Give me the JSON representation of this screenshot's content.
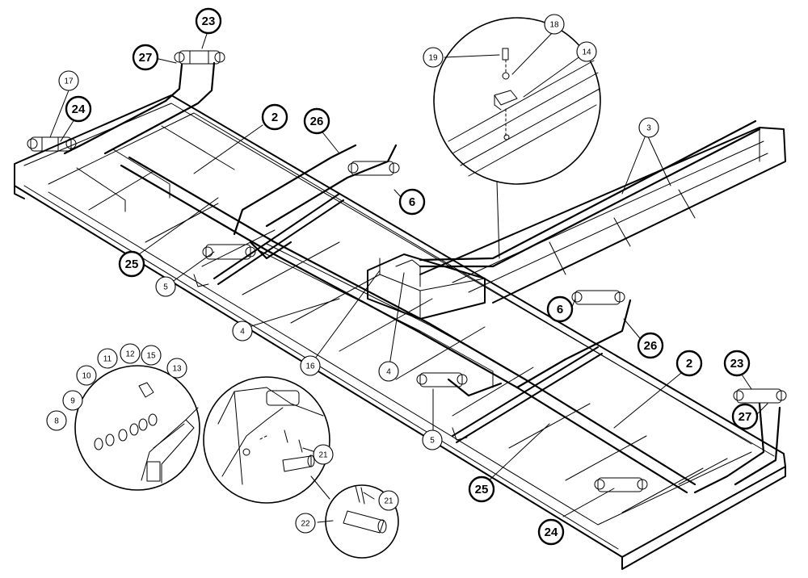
{
  "diagram": {
    "callouts": [
      {
        "id": "c23a",
        "label": "23",
        "bold": true
      },
      {
        "id": "c27a",
        "label": "27",
        "bold": true
      },
      {
        "id": "c17",
        "label": "17",
        "bold": false
      },
      {
        "id": "c24a",
        "label": "24",
        "bold": true
      },
      {
        "id": "c2a",
        "label": "2",
        "bold": true
      },
      {
        "id": "c26a",
        "label": "26",
        "bold": true
      },
      {
        "id": "c6a",
        "label": "6",
        "bold": true
      },
      {
        "id": "c25a",
        "label": "25",
        "bold": true
      },
      {
        "id": "c5a",
        "label": "5",
        "bold": false
      },
      {
        "id": "c4a",
        "label": "4",
        "bold": false
      },
      {
        "id": "c16",
        "label": "16",
        "bold": false
      },
      {
        "id": "c4b",
        "label": "4",
        "bold": false
      },
      {
        "id": "c5b",
        "label": "5",
        "bold": false
      },
      {
        "id": "c3",
        "label": "3",
        "bold": false
      },
      {
        "id": "c6b",
        "label": "6",
        "bold": true
      },
      {
        "id": "c26b",
        "label": "26",
        "bold": true
      },
      {
        "id": "c2b",
        "label": "2",
        "bold": true
      },
      {
        "id": "c23b",
        "label": "23",
        "bold": true
      },
      {
        "id": "c27b",
        "label": "27",
        "bold": true
      },
      {
        "id": "c25b",
        "label": "25",
        "bold": true
      },
      {
        "id": "c24b",
        "label": "24",
        "bold": true
      },
      {
        "id": "c19",
        "label": "19",
        "bold": false
      },
      {
        "id": "c18",
        "label": "18",
        "bold": false
      },
      {
        "id": "c14",
        "label": "14",
        "bold": false
      },
      {
        "id": "c8",
        "label": "8",
        "bold": false
      },
      {
        "id": "c9",
        "label": "9",
        "bold": false
      },
      {
        "id": "c10",
        "label": "10",
        "bold": false
      },
      {
        "id": "c11",
        "label": "11",
        "bold": false
      },
      {
        "id": "c12",
        "label": "12",
        "bold": false
      },
      {
        "id": "c15",
        "label": "15",
        "bold": false
      },
      {
        "id": "c13",
        "label": "13",
        "bold": false
      },
      {
        "id": "c21a",
        "label": "21",
        "bold": false
      },
      {
        "id": "c21b",
        "label": "21",
        "bold": false
      },
      {
        "id": "c22",
        "label": "22",
        "bold": false
      }
    ]
  }
}
